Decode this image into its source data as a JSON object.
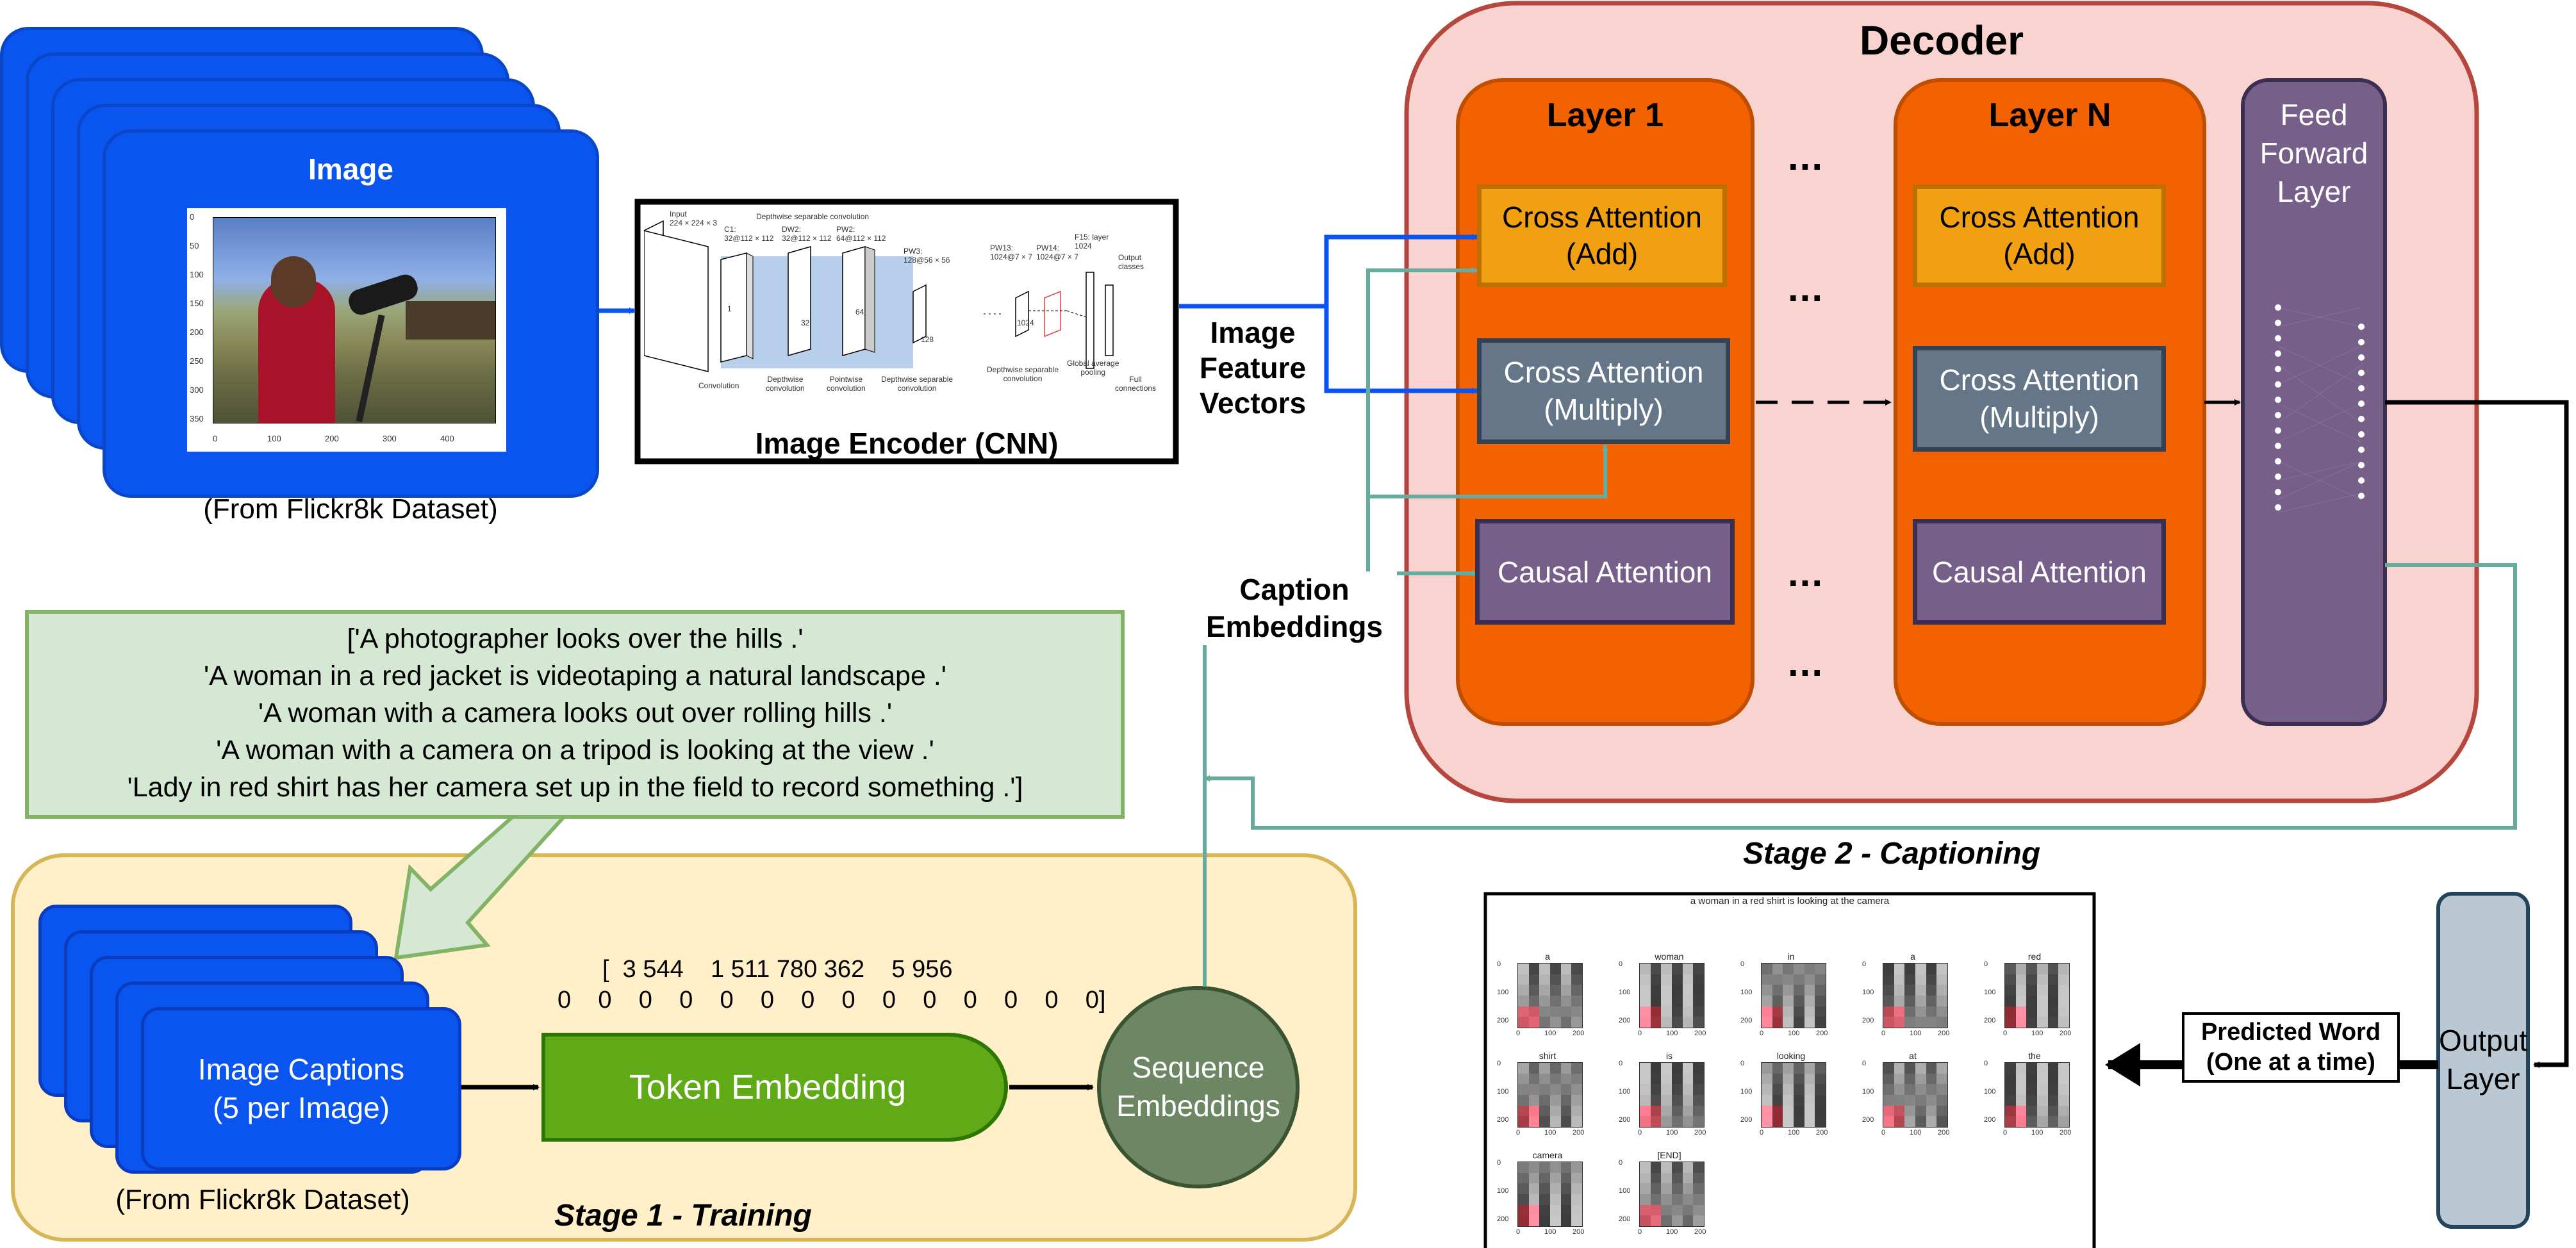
{
  "image_stack": {
    "title": "Image",
    "source": "(From Flickr8k Dataset)",
    "y_ticks": [
      "0",
      "50",
      "100",
      "150",
      "200",
      "250",
      "300",
      "350"
    ],
    "x_ticks": [
      "0",
      "100",
      "200",
      "300",
      "400"
    ]
  },
  "encoder": {
    "label": "Image Encoder (CNN)",
    "inner": {
      "input": "Input\n224 × 224 × 3",
      "dsc_title": "Depthwise separable convolution",
      "c1": "C1:\n32@112 × 112",
      "dw2": "DW2:\n32@112 × 112",
      "pw2": "PW2:\n64@112 × 112",
      "pw3": "PW3:\n128@56 × 56",
      "pw13": "PW13:\n1024@7 × 7",
      "pw14": "PW14:\n1024@7 × 7",
      "f15": "F15: layer\n1024",
      "output": "Output\nclasses",
      "conv": "Convolution",
      "depthwise": "Depthwise\nconvolution",
      "pointwise": "Pointwise\nconvolution",
      "dsc": "Depthwise separable\nconvolution",
      "dsc2": "Depthwise separable\nconvolution",
      "gap": "Global average\npooling",
      "full": "Full\nconnections",
      "n32": "32",
      "n64": "64",
      "n128": "128",
      "n1024": "1024",
      "n1": "1"
    }
  },
  "labels": {
    "image_feature_vectors": "Image\nFeature\nVectors",
    "caption_embeddings": "Caption\nEmbeddings",
    "stage1": "Stage 1 - Training",
    "stage2": "Stage 2 - Captioning",
    "predicted_word": "Predicted Word\n(One at a time)",
    "dots": "..."
  },
  "decoder": {
    "title": "Decoder",
    "layer1": {
      "title": "Layer 1",
      "cross_add": "Cross Attention\n(Add)",
      "cross_mult": "Cross Attention\n(Multiply)",
      "causal": "Causal Attention"
    },
    "layerN": {
      "title": "Layer N",
      "cross_add": "Cross Attention\n(Add)",
      "cross_mult": "Cross Attention\n(Multiply)",
      "causal": "Causal Attention"
    },
    "ffl": "Feed\nForward\nLayer"
  },
  "captions": [
    "['A photographer looks over the hills .'",
    "'A woman in a red jacket is videotaping a natural landscape .'",
    "'A woman with a camera looks out over rolling hills .'",
    "'A woman with a camera on a tripod is looking at the view .'",
    "'Lady in red shirt has her camera set up in the field to record something .']"
  ],
  "training": {
    "captions_card": "Image Captions\n(5 per Image)",
    "source": "(From Flickr8k Dataset)",
    "token_embedding": "Token Embedding",
    "sequence_embeddings": "Sequence\nEmbeddings",
    "token_ids_line1": "[  3 544    1 511 780 362    5 956",
    "token_ids_line2": "0    0    0    0    0    0    0    0    0    0    0    0    0    0]"
  },
  "output": {
    "layer": "Output\nLayer"
  },
  "attention_panel": {
    "title": "a woman in a red shirt is looking at the camera",
    "words": [
      "a",
      "woman",
      "in",
      "a",
      "red",
      "shirt",
      "is",
      "looking",
      "at",
      "the",
      "camera",
      "[END]"
    ],
    "y_ticks": [
      "0",
      "100",
      "200"
    ],
    "x_ticks": [
      "0",
      "100",
      "200"
    ]
  },
  "colors": {
    "blue": "#0a55f0",
    "orange": "#f26200",
    "gold": "#f0a010",
    "slate": "#647687",
    "purple": "#76608a",
    "green": "#60a917",
    "sage": "#6d8764",
    "teal": "#67ab9f",
    "decoder_bg": "#f8d3cf",
    "training_bg": "#fff0c9",
    "caption_bg": "#d5e8d4"
  }
}
